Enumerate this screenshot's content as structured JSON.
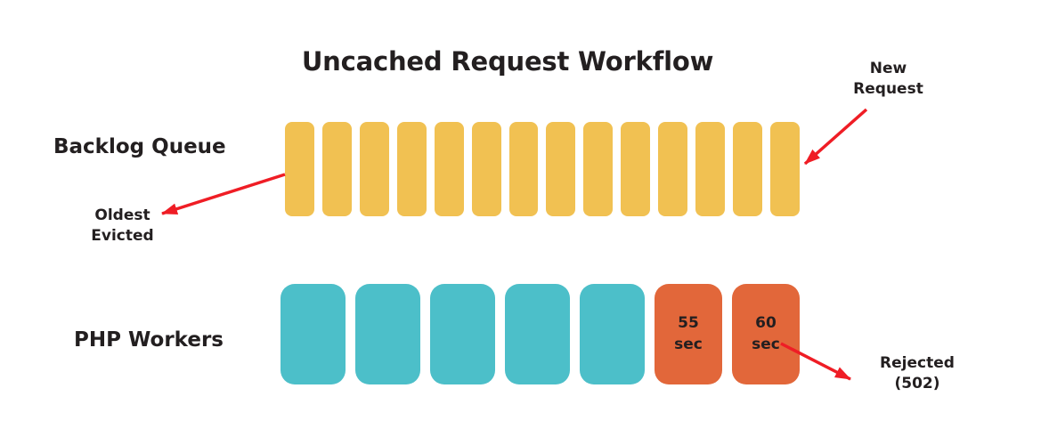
{
  "title": "Uncached Request Workflow",
  "colors": {
    "bg": "#ffffff",
    "text": "#231f20",
    "queue": "#f1c152",
    "worker": "#4cbfc9",
    "busy": "#e2673a",
    "arrow": "#ef1d25"
  },
  "backlog_queue": {
    "label": "Backlog Queue",
    "slot_count": 14
  },
  "php_workers": {
    "label": "PHP Workers",
    "workers": [
      {
        "state": "idle"
      },
      {
        "state": "idle"
      },
      {
        "state": "idle"
      },
      {
        "state": "idle"
      },
      {
        "state": "idle"
      },
      {
        "state": "busy",
        "label": "55\nsec"
      },
      {
        "state": "busy",
        "label": "60\nsec"
      }
    ]
  },
  "annotations": {
    "new_request": "New\nRequest",
    "oldest_evicted": "Oldest\nEvicted",
    "rejected": "Rejected\n(502)"
  }
}
